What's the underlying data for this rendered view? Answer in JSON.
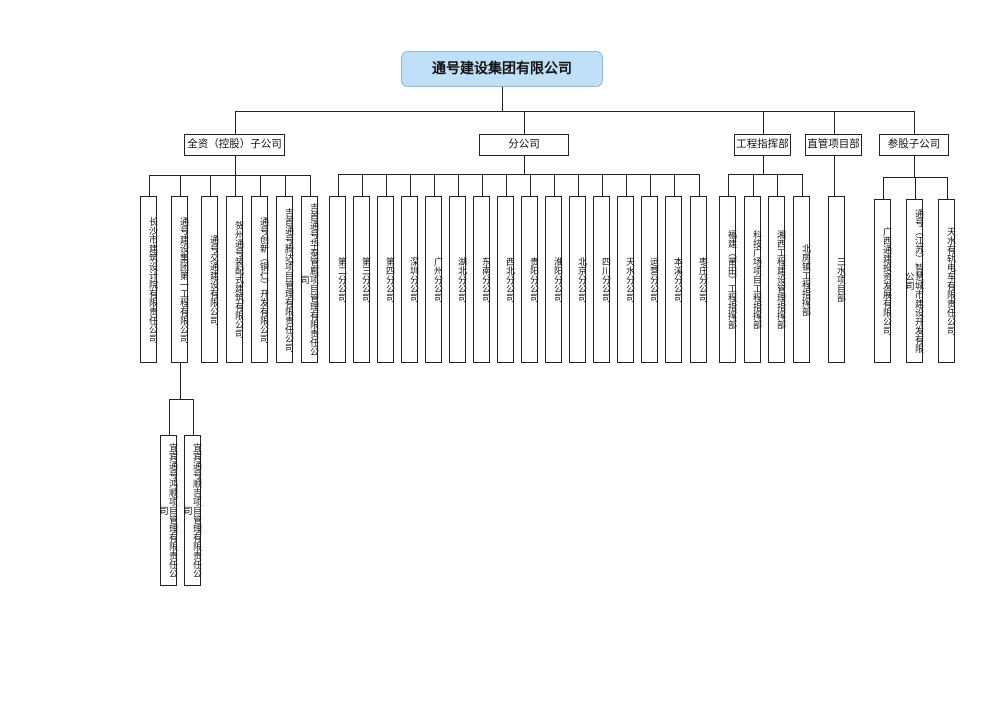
{
  "root": {
    "label": "通号建设集团有限公司"
  },
  "categories": [
    {
      "label": "全资（控股）子公司",
      "children": [
        {
          "label": "长沙市建筑设计院有限责任公司"
        },
        {
          "label": "通号建设集团第一工程有限公司",
          "children": [
            {
              "label": "宜宾通号鸿顺项目管理有限责任公司"
            },
            {
              "label": "宜宾通号顺吉项目管理有限责任公司"
            }
          ]
        },
        {
          "label": "通号交通建设有限公司"
        },
        {
          "label": "贺州通号装配式建筑有限公司"
        },
        {
          "label": "通号创新（铜仁）开发有限公司"
        },
        {
          "label": "吉首通号腾达项目管理有限责任公司"
        },
        {
          "label": "吉首通号华泰管廊项目管理有限责任公司"
        }
      ]
    },
    {
      "label": "分公司",
      "children": [
        {
          "label": "第二分公司"
        },
        {
          "label": "第三分公司"
        },
        {
          "label": "第四分公司"
        },
        {
          "label": "深圳分公司"
        },
        {
          "label": "广州分公司"
        },
        {
          "label": "湖北分公司"
        },
        {
          "label": "东南分公司"
        },
        {
          "label": "西北分公司"
        },
        {
          "label": "贵阳分公司"
        },
        {
          "label": "淮阳分公司"
        },
        {
          "label": "北京分公司"
        },
        {
          "label": "四川分公司"
        },
        {
          "label": "天水分公司"
        },
        {
          "label": "运营分公司"
        },
        {
          "label": "本溪分公司"
        },
        {
          "label": "枣庄分公司"
        }
      ]
    },
    {
      "label": "工程指挥部",
      "children": [
        {
          "label": "福建（莆田）工程指挥部"
        },
        {
          "label": "科技广场项目工程指挥部"
        },
        {
          "label": "湘西工程建设管理指挥部"
        },
        {
          "label": "北房镇工程指挥部"
        }
      ]
    },
    {
      "label": "直管项目部",
      "children": [
        {
          "label": "三水项目部"
        }
      ]
    },
    {
      "label": "参股子公司",
      "children": [
        {
          "label": "广西通建投资发展有限公司"
        },
        {
          "label": "通号（江苏）智慧城市建设开发有限公司"
        },
        {
          "label": "天水有轨电车有限责任公司"
        }
      ]
    }
  ]
}
